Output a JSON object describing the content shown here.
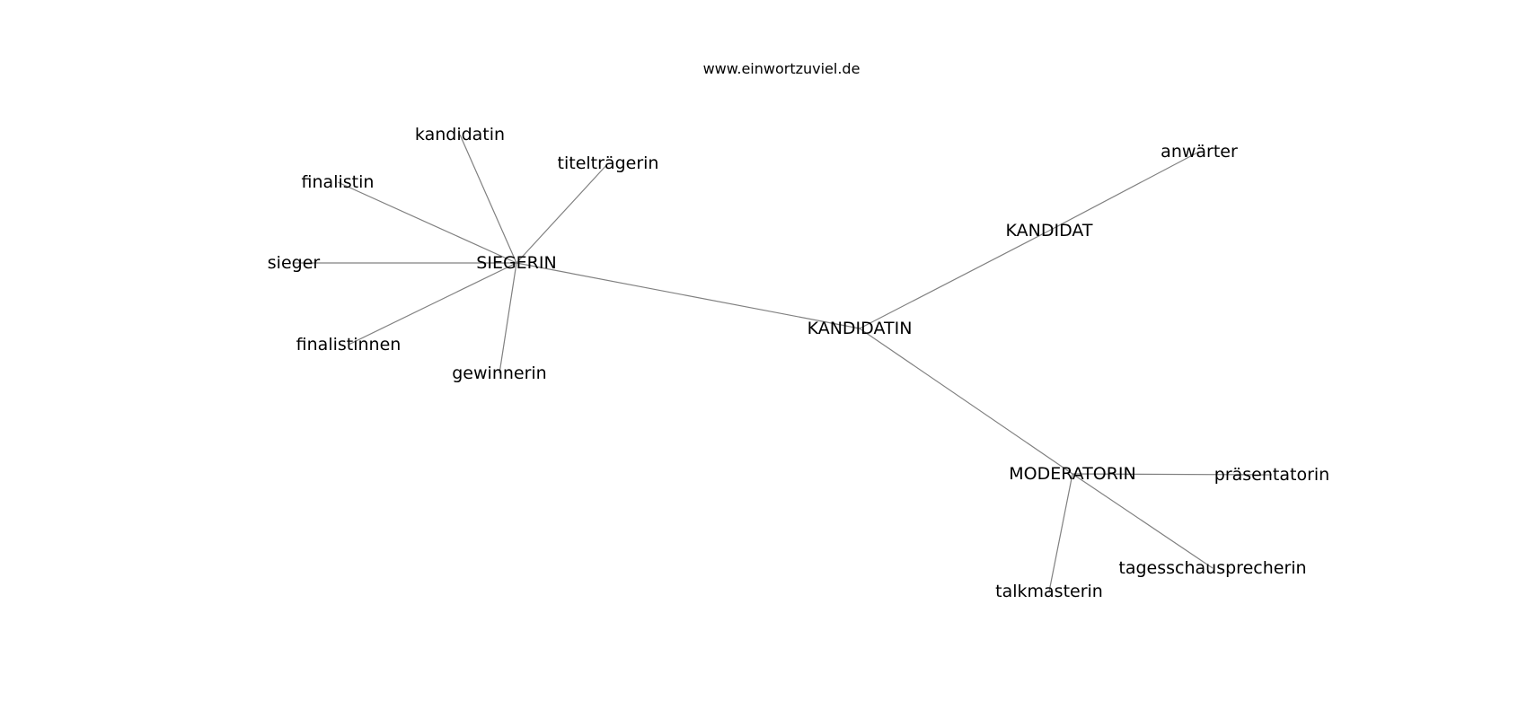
{
  "header": {
    "site": "www.einwortzuviel.de"
  },
  "graph": {
    "edge_color": "#808080",
    "nodes": [
      {
        "id": "SIEGERIN",
        "label": "SIEGERIN"
      },
      {
        "id": "kandidatin",
        "label": "kandidatin"
      },
      {
        "id": "titeltraegerin",
        "label": "titelträgerin"
      },
      {
        "id": "finalistin",
        "label": "finalistin"
      },
      {
        "id": "sieger",
        "label": "sieger"
      },
      {
        "id": "finalistinnen",
        "label": "finalistinnen"
      },
      {
        "id": "gewinnerin",
        "label": "gewinnerin"
      },
      {
        "id": "KANDIDATIN",
        "label": "KANDIDATIN"
      },
      {
        "id": "KANDIDAT",
        "label": "KANDIDAT"
      },
      {
        "id": "anwaerter",
        "label": "anwärter"
      },
      {
        "id": "MODERATORIN",
        "label": "MODERATORIN"
      },
      {
        "id": "praesentatorin",
        "label": "präsentatorin"
      },
      {
        "id": "tagesschausprecherin",
        "label": "tagesschausprecherin"
      },
      {
        "id": "talkmasterin",
        "label": "talkmasterin"
      }
    ],
    "edges": [
      [
        "SIEGERIN",
        "kandidatin"
      ],
      [
        "SIEGERIN",
        "titeltraegerin"
      ],
      [
        "SIEGERIN",
        "finalistin"
      ],
      [
        "SIEGERIN",
        "sieger"
      ],
      [
        "SIEGERIN",
        "finalistinnen"
      ],
      [
        "SIEGERIN",
        "gewinnerin"
      ],
      [
        "SIEGERIN",
        "KANDIDATIN"
      ],
      [
        "KANDIDATIN",
        "KANDIDAT"
      ],
      [
        "KANDIDAT",
        "anwaerter"
      ],
      [
        "KANDIDATIN",
        "MODERATORIN"
      ],
      [
        "MODERATORIN",
        "praesentatorin"
      ],
      [
        "MODERATORIN",
        "tagesschausprecherin"
      ],
      [
        "MODERATORIN",
        "talkmasterin"
      ]
    ]
  }
}
